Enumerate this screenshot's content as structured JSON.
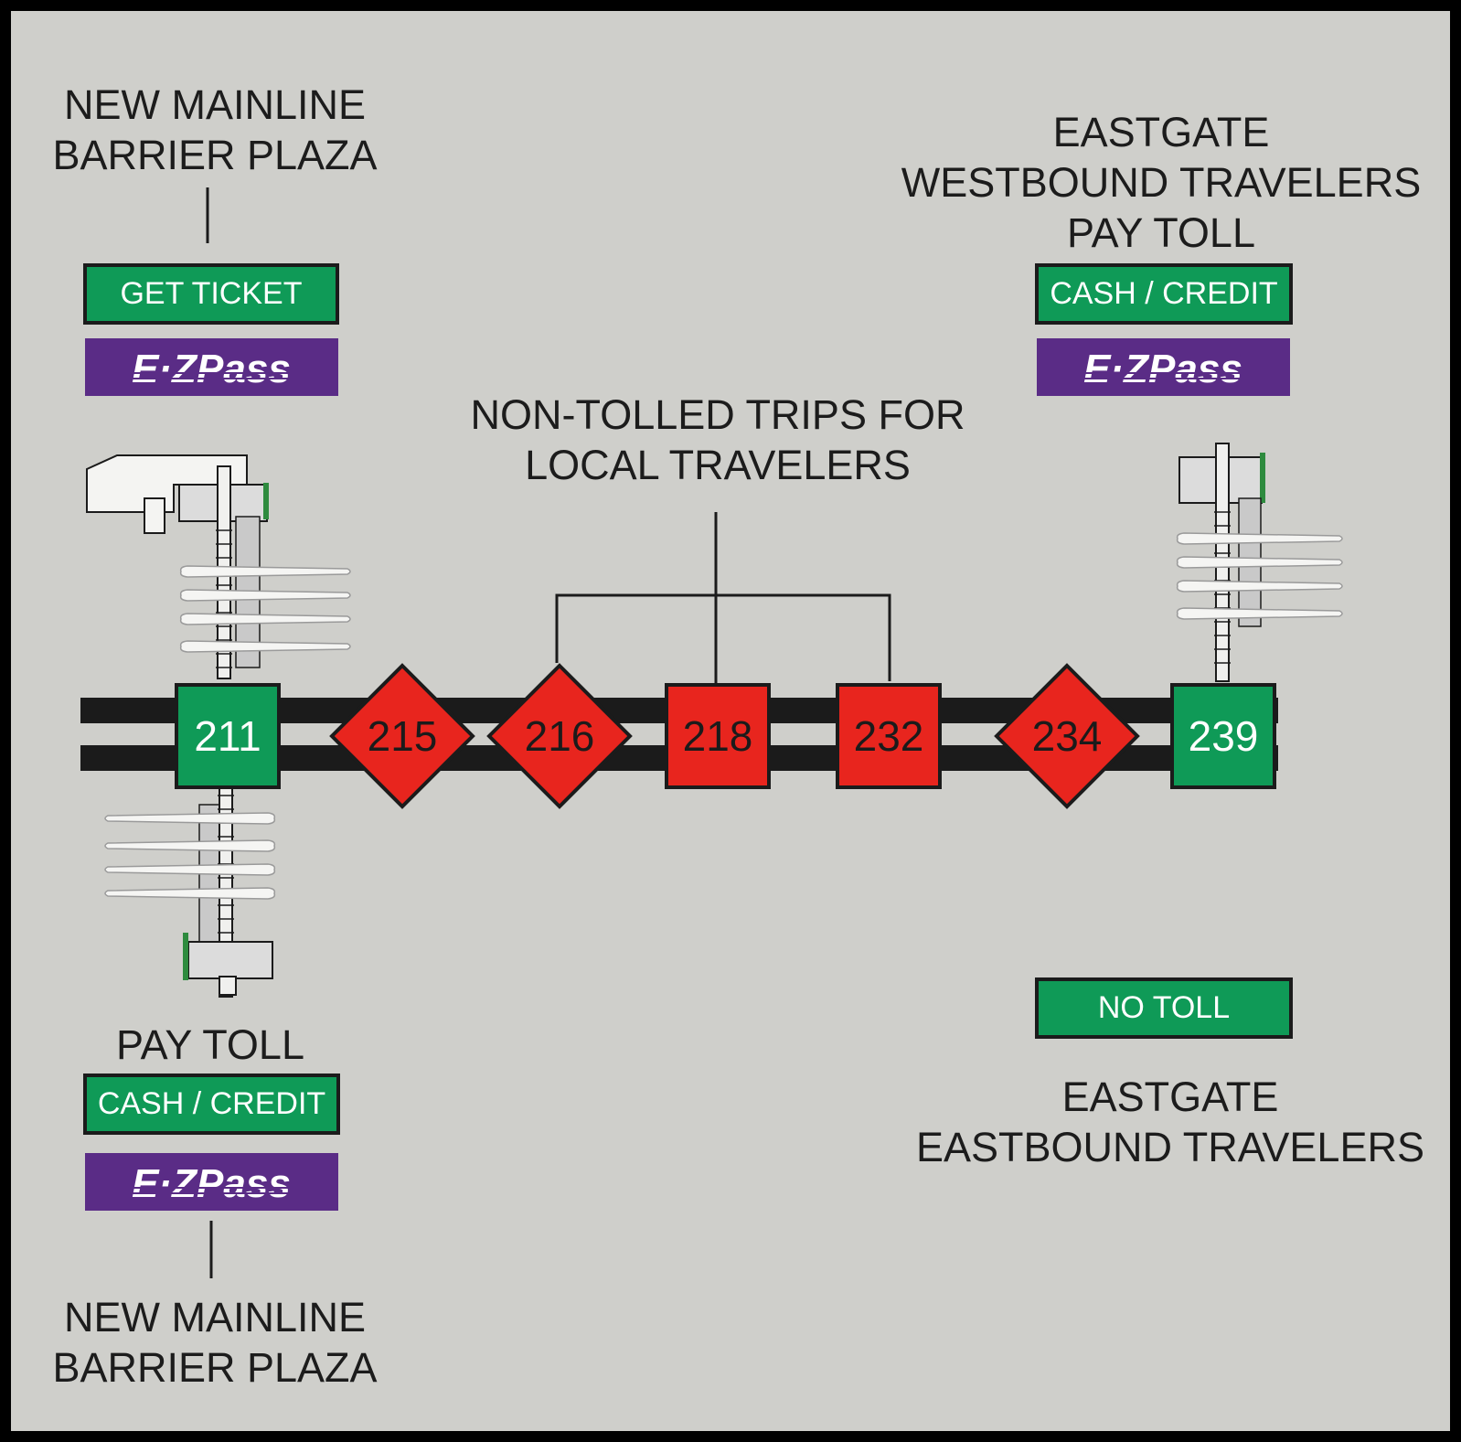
{
  "labels": {
    "top_left_plaza": [
      "NEW MAINLINE",
      "BARRIER PLAZA"
    ],
    "bottom_left_plaza": [
      "NEW MAINLINE",
      "BARRIER PLAZA"
    ],
    "bottom_left_pay": "PAY TOLL",
    "top_right": [
      "EASTGATE",
      "WESTBOUND TRAVELERS",
      "PAY TOLL"
    ],
    "non_tolled": [
      "NON-TOLLED TRIPS FOR",
      "LOCAL TRAVELERS"
    ],
    "bottom_right": [
      "EASTGATE",
      "EASTBOUND TRAVELERS"
    ]
  },
  "signs": {
    "get_ticket": "GET TICKET",
    "cash_credit_top": "CASH / CREDIT",
    "cash_credit_bottom": "CASH / CREDIT",
    "no_toll": "NO TOLL",
    "ezpass_logo_text": "E·ZPass"
  },
  "exits": [
    {
      "number": "211",
      "shape": "square",
      "color": "green"
    },
    {
      "number": "215",
      "shape": "diamond",
      "color": "red"
    },
    {
      "number": "216",
      "shape": "diamond",
      "color": "red"
    },
    {
      "number": "218",
      "shape": "square",
      "color": "red"
    },
    {
      "number": "232",
      "shape": "square",
      "color": "red"
    },
    {
      "number": "234",
      "shape": "diamond",
      "color": "red"
    },
    {
      "number": "239",
      "shape": "square",
      "color": "green"
    }
  ],
  "colors": {
    "background": "#cfcfcb",
    "green": "#0f9a57",
    "red": "#e8251e",
    "purple": "#5a2c86",
    "road": "#1b1b1b"
  }
}
